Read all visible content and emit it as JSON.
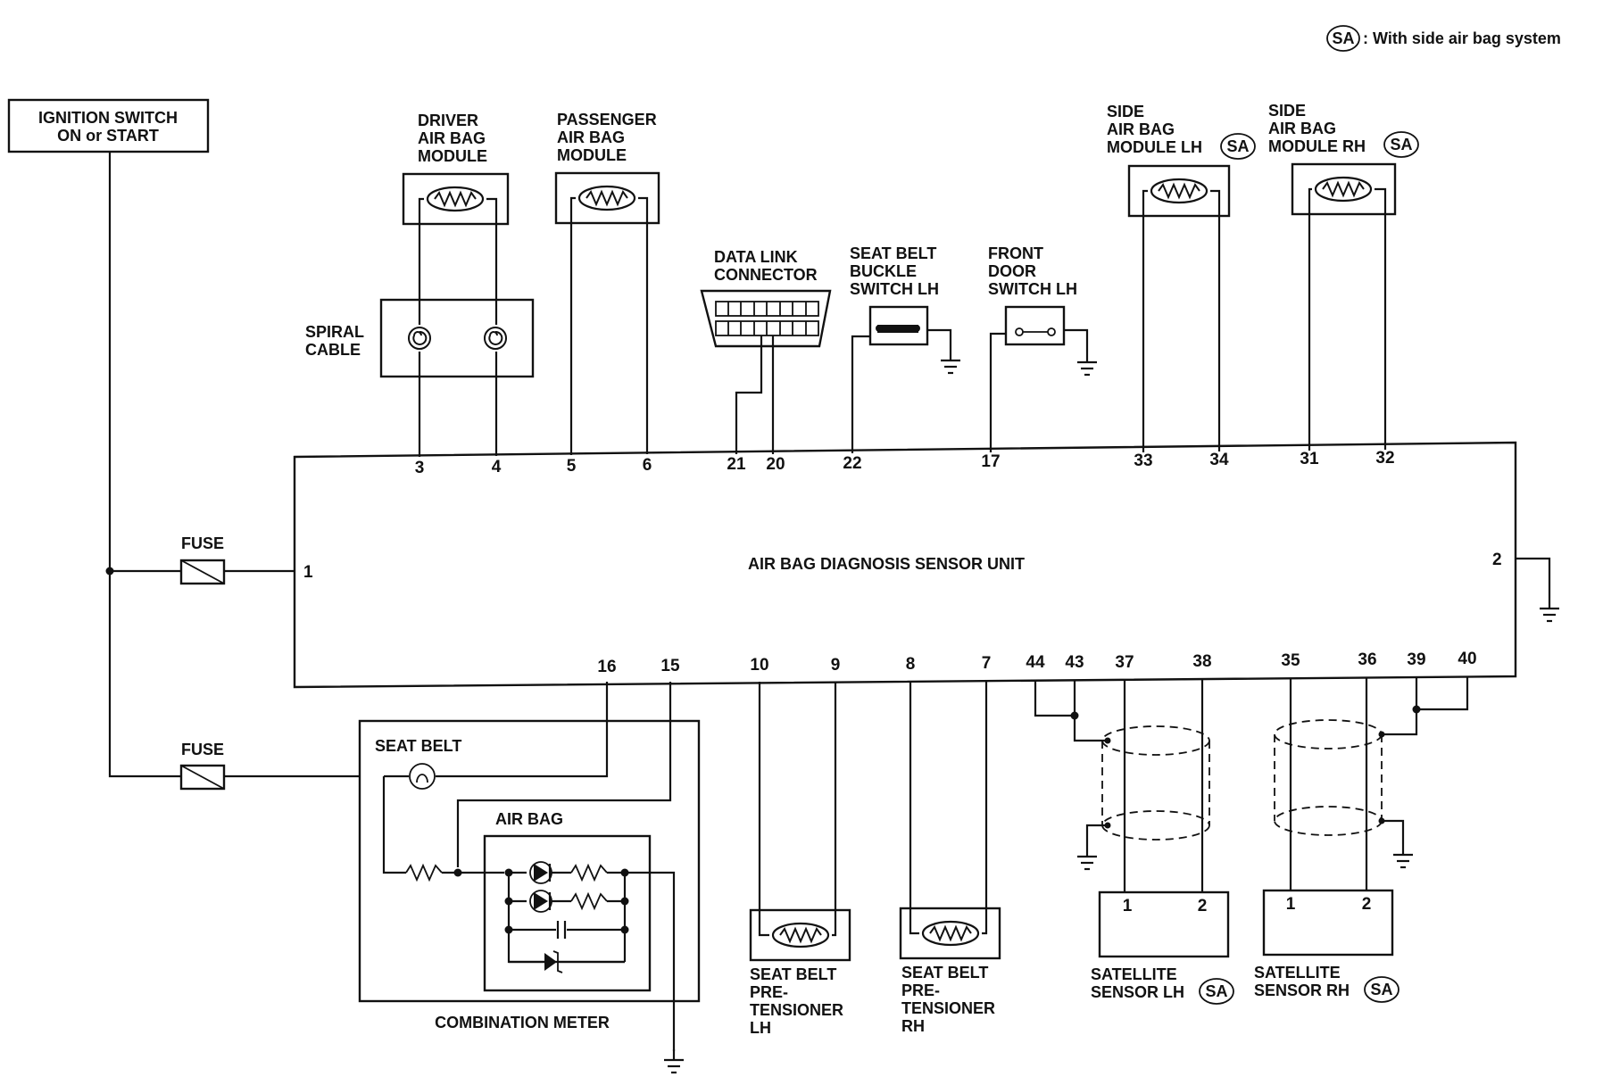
{
  "legend": {
    "badge": "SA",
    "text": ": With side air bag system"
  },
  "ignition": {
    "line1": "IGNITION SWITCH",
    "line2": "ON or START"
  },
  "fuses": [
    "FUSE",
    "FUSE"
  ],
  "driver_module": [
    "DRIVER",
    "AIR BAG",
    "MODULE"
  ],
  "passenger_module": [
    "PASSENGER",
    "AIR BAG",
    "MODULE"
  ],
  "spiral_cable": [
    "SPIRAL",
    "CABLE"
  ],
  "data_link": [
    "DATA LINK",
    "CONNECTOR"
  ],
  "buckle_switch": [
    "SEAT BELT",
    "BUCKLE",
    "SWITCH LH"
  ],
  "door_switch": [
    "FRONT",
    "DOOR",
    "SWITCH LH"
  ],
  "side_lh": [
    "SIDE",
    "AIR BAG",
    "MODULE LH"
  ],
  "side_rh": [
    "SIDE",
    "AIR BAG",
    "MODULE RH"
  ],
  "sa_badge": "SA",
  "unit_title": "AIR BAG DIAGNOSIS SENSOR UNIT",
  "pins_top": [
    "3",
    "4",
    "5",
    "6",
    "21",
    "20",
    "22",
    "17",
    "33",
    "34",
    "31",
    "32"
  ],
  "pin_left": "1",
  "pin_right": "2",
  "pins_bottom": [
    "16",
    "15",
    "10",
    "9",
    "8",
    "7",
    "44",
    "43",
    "37",
    "38",
    "35",
    "36",
    "39",
    "40"
  ],
  "meter": {
    "seat_belt": "SEAT BELT",
    "air_bag": "AIR BAG",
    "title": "COMBINATION METER"
  },
  "pretensioner_lh": [
    "SEAT BELT",
    "PRE-",
    "TENSIONER",
    "LH"
  ],
  "pretensioner_rh": [
    "SEAT BELT",
    "PRE-",
    "TENSIONER",
    "RH"
  ],
  "satellite_lh": {
    "name": [
      "SATELLITE",
      "SENSOR LH"
    ],
    "pins": [
      "1",
      "2"
    ]
  },
  "satellite_rh": {
    "name": [
      "SATELLITE",
      "SENSOR RH"
    ],
    "pins": [
      "1",
      "2"
    ]
  }
}
